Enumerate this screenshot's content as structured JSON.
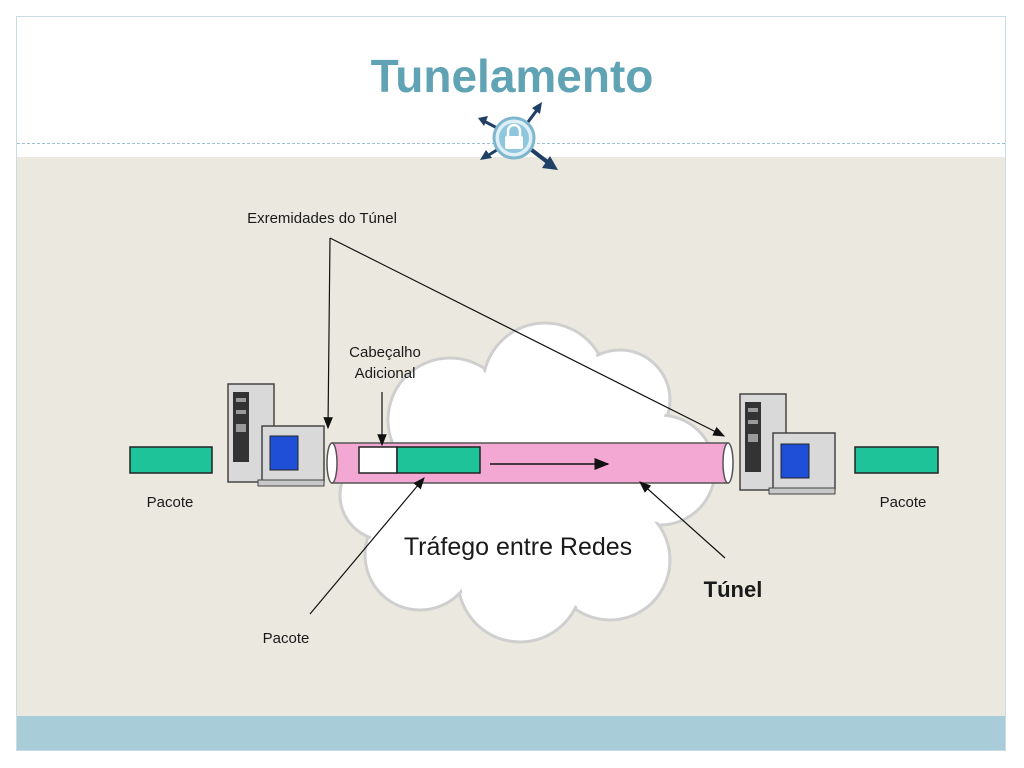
{
  "slide": {
    "title": "Tunelamento"
  },
  "diagram": {
    "label_tunnel_ends": "Exremidades do Túnel",
    "label_header": [
      "Cabeçalho",
      "Adicional"
    ],
    "label_packet_left": "Pacote",
    "label_packet_right": "Pacote",
    "label_packet_bottom": "Pacote",
    "label_traffic": "Tráfego entre Redes",
    "label_tunnel": "Túnel"
  },
  "colors": {
    "title": "#5fa3b4",
    "packet": "#1ec39a",
    "tunnel": "#f2a8d2",
    "background": "#ebe9df",
    "footer": "#a9cdd8",
    "screen": "#1f4fd6"
  }
}
